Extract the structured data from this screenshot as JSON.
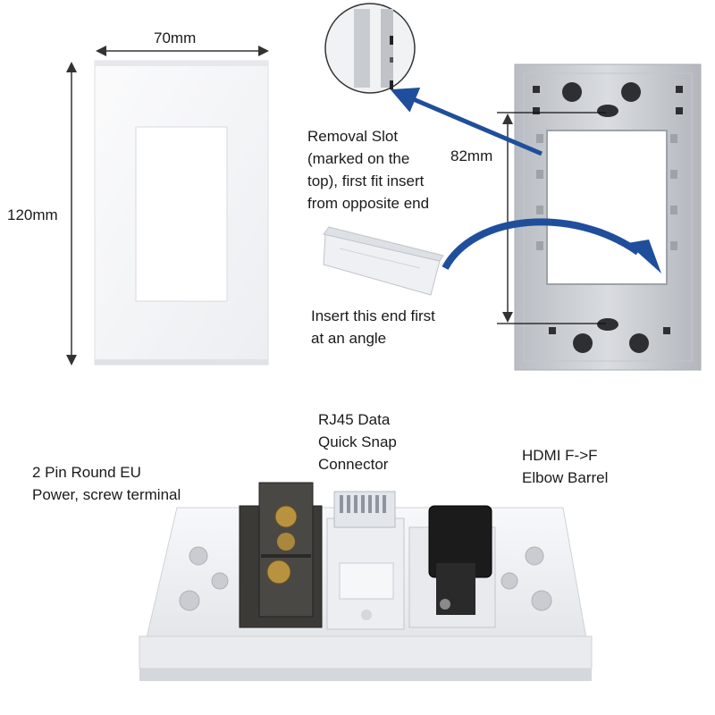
{
  "dimensions": {
    "width": "70mm",
    "height": "120mm",
    "frame_opening": "82mm"
  },
  "annotations": {
    "removal_slot": "Removal Slot\n(marked on the\ntop), first fit insert\nfrom opposite end",
    "insert_end": "Insert this end first\nat an angle"
  },
  "modules": {
    "power": "2 Pin  Round EU\nPower, screw terminal",
    "rj45": "RJ45 Data\nQuick Snap\nConnector",
    "hdmi": "HDMI F->F\nElbow Barrel"
  },
  "colors": {
    "arrow": "#1f4e9c",
    "plate": "#f4f5f7",
    "frame": "#c9ccd1",
    "dimension_line": "#333333"
  }
}
